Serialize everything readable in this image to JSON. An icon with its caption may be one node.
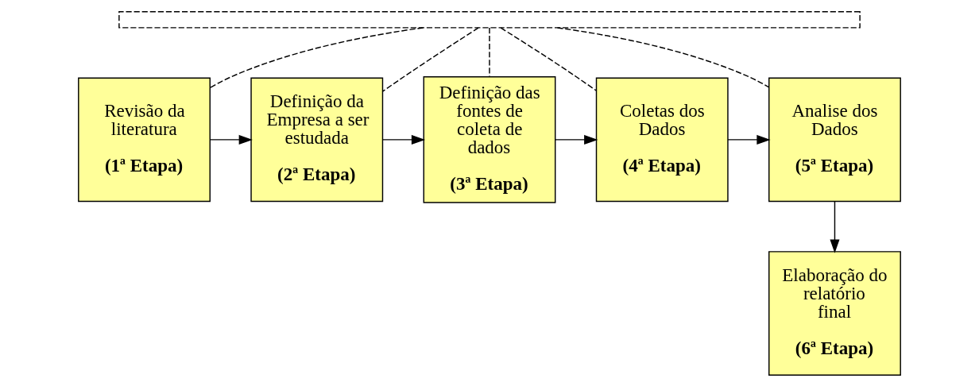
{
  "diagram": {
    "nodes": [
      {
        "text": [],
        "shape": "box"
      },
      {
        "text": [
          "Revisão da literatura",
          "(1ª Etapa)"
        ]
      },
      {
        "text": [
          "Definição da Empresa a ser estudada",
          "(2ª Etapa)"
        ]
      },
      {
        "text": [
          "Definição das fontes de coleta de dados",
          "(3ª Etapa)"
        ]
      },
      {
        "text": [
          "Coletas dos Dados",
          "(4ª Etapa)"
        ]
      },
      {
        "text": [
          "Analise dos Dados",
          "(5ª Etapa)"
        ]
      },
      {
        "text": [
          "Elaboração do relatório final",
          "(6ª Etapa)"
        ]
      }
    ],
    "edges": [
      {
        "from": 1,
        "to": 2,
        "arrow": "to"
      },
      {
        "from": 2,
        "to": 3,
        "arrow": "to"
      },
      {
        "from": 3,
        "to": 4,
        "arrow": "to"
      },
      {
        "from": 4,
        "to": 5,
        "arrow": "to"
      },
      {
        "from": 5,
        "to": 6,
        "arrow": "to"
      },
      {
        "from": 0,
        "to": 1,
        "arrow": "none",
        "style": "dashed"
      },
      {
        "from": 0,
        "to": 2,
        "arrow": "none",
        "style": "dashed"
      },
      {
        "from": 0,
        "to": 3,
        "arrow": "none",
        "style": "dashed"
      },
      {
        "from": 0,
        "to": 4,
        "arrow": "none",
        "style": "dashed"
      },
      {
        "from": 0,
        "to": 5,
        "arrow": "none",
        "style": "dashed"
      }
    ]
  }
}
